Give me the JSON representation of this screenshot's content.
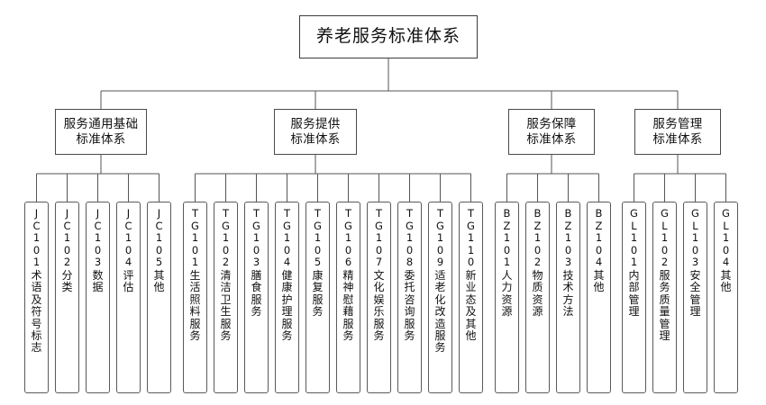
{
  "diagram": {
    "type": "tree",
    "title": "养老服务标准体系",
    "root": {
      "label": "养老服务标准体系"
    },
    "categories": [
      {
        "id": "JC",
        "line1": "服务通用基础",
        "line2": "标准体系"
      },
      {
        "id": "TG",
        "line1": "服务提供",
        "line2": "标准体系"
      },
      {
        "id": "BZ",
        "line1": "服务保障",
        "line2": "标准体系"
      },
      {
        "id": "GL",
        "line1": "服务管理",
        "line2": "标准体系"
      }
    ],
    "leaves": {
      "JC": [
        {
          "code": "JC101",
          "name": "术语及符号标志"
        },
        {
          "code": "JC102",
          "name": "分类"
        },
        {
          "code": "JC103",
          "name": "数据"
        },
        {
          "code": "JC104",
          "name": "评估"
        },
        {
          "code": "JC105",
          "name": "其他"
        }
      ],
      "TG": [
        {
          "code": "TG101",
          "name": "生活照料服务"
        },
        {
          "code": "TG102",
          "name": "清洁卫生服务"
        },
        {
          "code": "TG103",
          "name": "膳食服务"
        },
        {
          "code": "TG104",
          "name": "健康护理服务"
        },
        {
          "code": "TG105",
          "name": "康复服务"
        },
        {
          "code": "TG106",
          "name": "精神慰藉服务"
        },
        {
          "code": "TG107",
          "name": "文化娱乐服务"
        },
        {
          "code": "TG108",
          "name": "委托咨询服务"
        },
        {
          "code": "TG109",
          "name": "适老化改造服务"
        },
        {
          "code": "TG110",
          "name": "新业态及其他"
        }
      ],
      "BZ": [
        {
          "code": "BZ101",
          "name": "人力资源"
        },
        {
          "code": "BZ102",
          "name": "物质资源"
        },
        {
          "code": "BZ103",
          "name": "技术方法"
        },
        {
          "code": "BZ104",
          "name": "其他"
        }
      ],
      "GL": [
        {
          "code": "GL101",
          "name": "内部管理"
        },
        {
          "code": "GL102",
          "name": "服务质量管理"
        },
        {
          "code": "GL103",
          "name": "安全管理"
        },
        {
          "code": "GL104",
          "name": "其他"
        }
      ]
    },
    "colors": {
      "background": "#ffffff",
      "box_border": "#4a4a4a",
      "leaf_border": "#5a5a5a",
      "connector": "#555555",
      "text": "#111111"
    }
  }
}
